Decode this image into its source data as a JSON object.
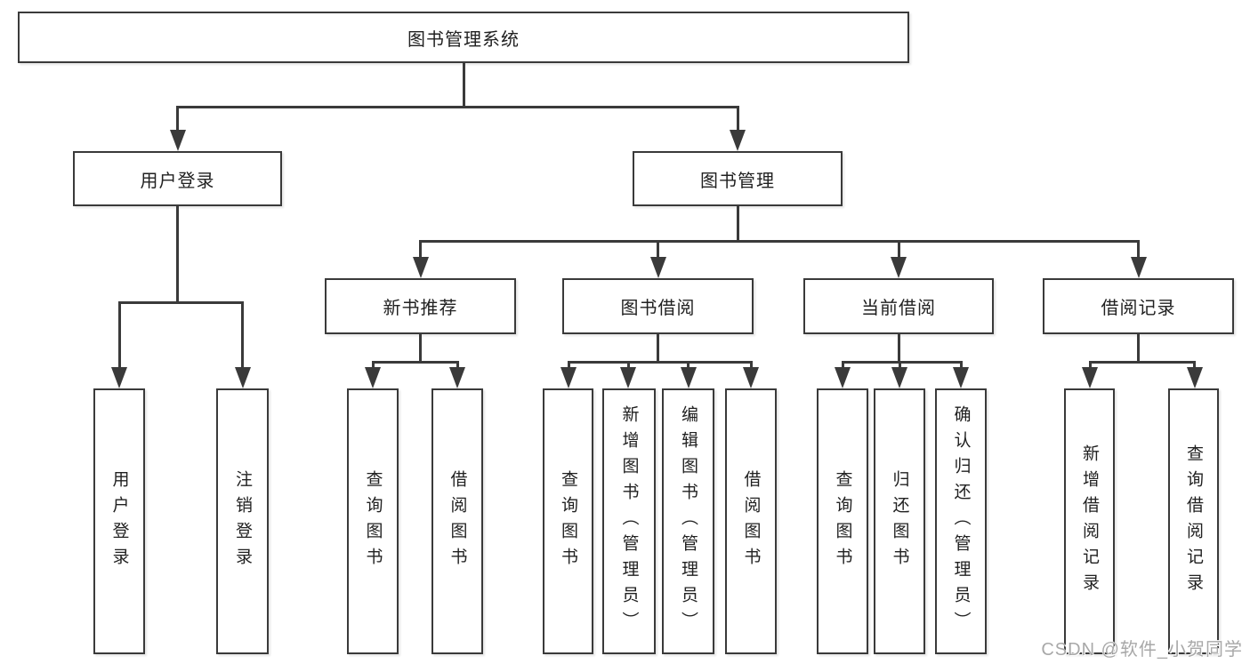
{
  "colors": {
    "bg": "#ffffff",
    "box_bg": "#ffffff",
    "line": "#3a3a3a",
    "text": "#212121",
    "watermark": "#a8a8a8"
  },
  "tree": {
    "root": {
      "label": "图书管理系统"
    },
    "user_login": {
      "label": "用户登录",
      "children": [
        "用户登录",
        "注销登录"
      ]
    },
    "book_management": {
      "label": "图书管理",
      "sections": {
        "new_book_recommend": {
          "label": "新书推荐",
          "children": [
            "查询图书",
            "借阅图书"
          ]
        },
        "book_borrow": {
          "label": "图书借阅",
          "children": [
            "查询图书",
            "新增图书（管理员）",
            "编辑图书（管理员）",
            "借阅图书"
          ]
        },
        "current_borrow": {
          "label": "当前借阅",
          "children": [
            "查询图书",
            "归还图书",
            "确认归还（管理员）"
          ]
        },
        "borrow_record": {
          "label": "借阅记录",
          "children": [
            "新增借阅记录",
            "查询借阅记录"
          ]
        }
      }
    }
  },
  "watermark": {
    "text": "CSDN @软件_小贺同学"
  }
}
